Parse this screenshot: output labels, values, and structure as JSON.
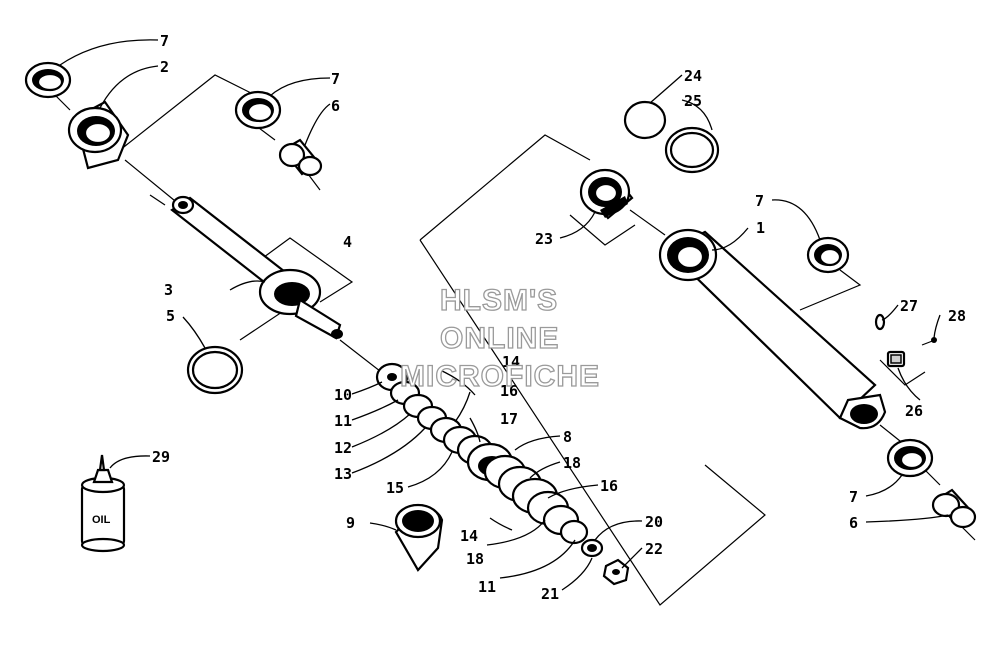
{
  "watermark": {
    "line1": "HLSM'S",
    "line2": "ONLINE",
    "line3": "MICROFICHE"
  },
  "oil_bottle_text": "OIL",
  "callouts": [
    {
      "id": "c-7a",
      "text": "7"
    },
    {
      "id": "c-2",
      "text": "2"
    },
    {
      "id": "c-7b",
      "text": "7"
    },
    {
      "id": "c-6a",
      "text": "6"
    },
    {
      "id": "c-4",
      "text": "4"
    },
    {
      "id": "c-3",
      "text": "3"
    },
    {
      "id": "c-5",
      "text": "5"
    },
    {
      "id": "c-10",
      "text": "10"
    },
    {
      "id": "c-11a",
      "text": "11"
    },
    {
      "id": "c-12",
      "text": "12"
    },
    {
      "id": "c-13",
      "text": "13"
    },
    {
      "id": "c-14a",
      "text": "14"
    },
    {
      "id": "c-16a",
      "text": "16"
    },
    {
      "id": "c-17",
      "text": "17"
    },
    {
      "id": "c-15",
      "text": "15"
    },
    {
      "id": "c-8",
      "text": "8"
    },
    {
      "id": "c-18a",
      "text": "18"
    },
    {
      "id": "c-16b",
      "text": "16"
    },
    {
      "id": "c-9",
      "text": "9"
    },
    {
      "id": "c-14b",
      "text": "14"
    },
    {
      "id": "c-18b",
      "text": "18"
    },
    {
      "id": "c-20",
      "text": "20"
    },
    {
      "id": "c-22",
      "text": "22"
    },
    {
      "id": "c-11b",
      "text": "11"
    },
    {
      "id": "c-21",
      "text": "21"
    },
    {
      "id": "c-29",
      "text": "29"
    },
    {
      "id": "c-24",
      "text": "24"
    },
    {
      "id": "c-25",
      "text": "25"
    },
    {
      "id": "c-23",
      "text": "23"
    },
    {
      "id": "c-1",
      "text": "1"
    },
    {
      "id": "c-7c",
      "text": "7"
    },
    {
      "id": "c-27",
      "text": "27"
    },
    {
      "id": "c-28",
      "text": "28"
    },
    {
      "id": "c-26",
      "text": "26"
    },
    {
      "id": "c-7d",
      "text": "7"
    },
    {
      "id": "c-6b",
      "text": "6"
    }
  ]
}
